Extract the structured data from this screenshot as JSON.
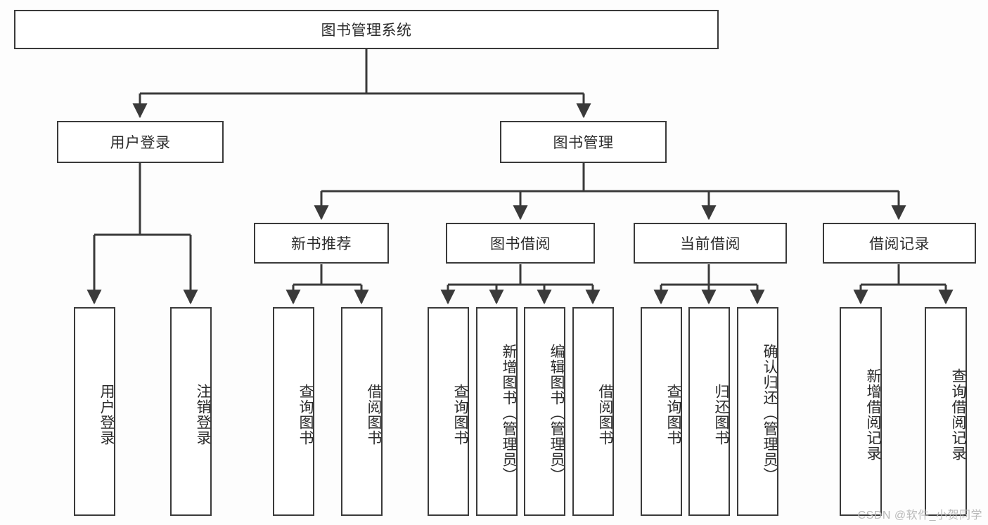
{
  "diagram": {
    "title": "图书管理系统",
    "root": {
      "label": "图书管理系统"
    },
    "level1": [
      {
        "label": "用户登录"
      },
      {
        "label": "图书管理"
      }
    ],
    "level2": [
      {
        "label": "新书推荐"
      },
      {
        "label": "图书借阅"
      },
      {
        "label": "当前借阅"
      },
      {
        "label": "借阅记录"
      }
    ],
    "leaves": {
      "user_login": [
        {
          "label": "用户登录"
        },
        {
          "label": "注销登录"
        }
      ],
      "new_book_recommend": [
        {
          "label": "查询图书"
        },
        {
          "label": "借阅图书"
        }
      ],
      "book_borrow": [
        {
          "label": "查询图书"
        },
        {
          "label": "新增图书（管理员）"
        },
        {
          "label": "编辑图书（管理员）"
        },
        {
          "label": "借阅图书"
        }
      ],
      "current_borrow": [
        {
          "label": "查询图书"
        },
        {
          "label": "归还图书"
        },
        {
          "label": "确认归还（管理员）"
        }
      ],
      "borrow_record": [
        {
          "label": "新增借阅记录"
        },
        {
          "label": "查询借阅记录"
        }
      ]
    }
  },
  "watermark": {
    "text": "CSDN @软件_小贺同学"
  },
  "colors": {
    "stroke": "#3a3a3a",
    "background": "#fdfdfd",
    "node_fill": "#ffffff",
    "text": "#2b2b2b",
    "watermark": "#b9b9b9"
  }
}
